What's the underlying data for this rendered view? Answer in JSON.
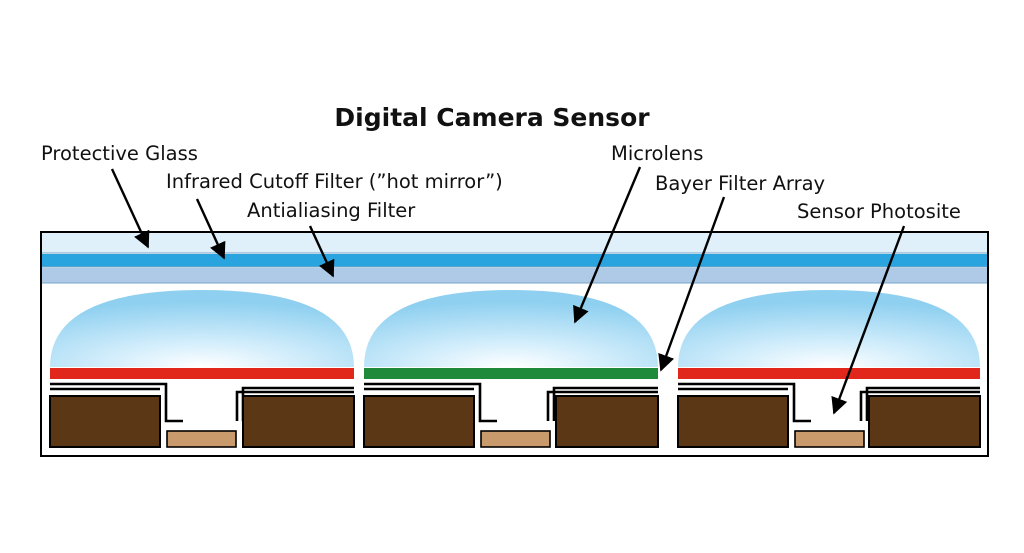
{
  "title": "Digital Camera Sensor",
  "labels": {
    "protective_glass": "Protective Glass",
    "ir_filter": "Infrared Cutoff Filter (”hot mirror”)",
    "antialiasing_filter": "Antialiasing Filter",
    "microlens": "Microlens",
    "bayer_filter": "Bayer Filter Array",
    "photosite": "Sensor Photosite"
  },
  "colors": {
    "glass": "#dff0fa",
    "ir_filter": "#2aa4de",
    "antialiasing": "#aecae6",
    "lens_edge": "#8fd0f0",
    "filter_red": "#e1261c",
    "filter_green": "#1f8a3a",
    "circuit_brown": "#5c3716",
    "photosite_tan": "#c99a6b"
  },
  "bayer_filters": [
    "red",
    "green",
    "red"
  ]
}
